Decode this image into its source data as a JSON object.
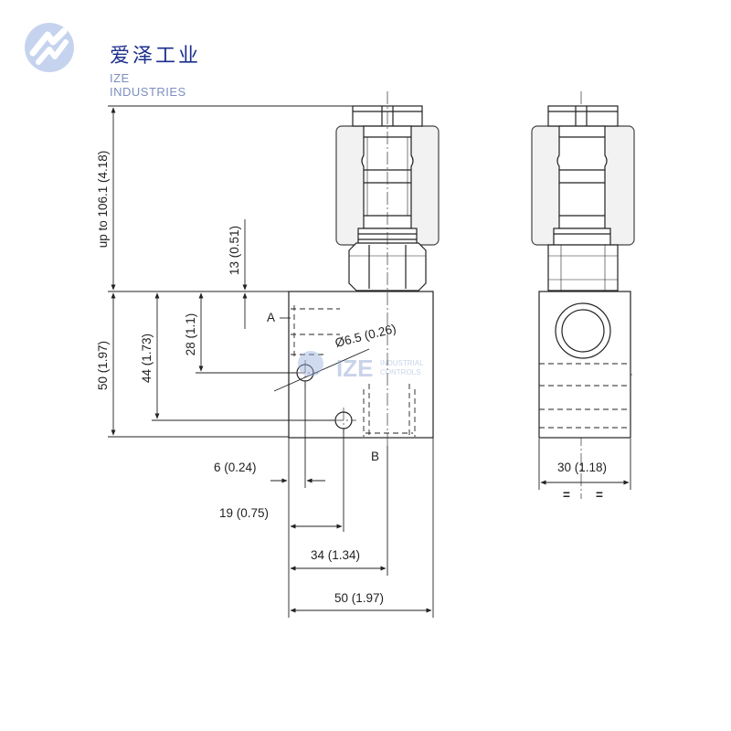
{
  "brand": {
    "name_cn": "爱泽工业",
    "name_en": "IZE INDUSTRIES",
    "watermark_main": "IZE",
    "watermark_line1": "INDUSTRIAL",
    "watermark_line2": "CONTROLS",
    "color_primary": "#1c2f8c",
    "color_secondary": "#7c8fbf"
  },
  "dimensions": {
    "total_height": "up to 106.1 (4.18)",
    "dim_13": "13 (0.51)",
    "dim_28": "28 (1.1)",
    "dim_44": "44 (1.73)",
    "dim_50_height": "50 (1.97)",
    "hole_diameter": "Ø6.5 (0.26)",
    "dim_6": "6 (0.24)",
    "dim_19": "19 (0.75)",
    "dim_34": "34 (1.34)",
    "dim_50_width": "50 (1.97)",
    "dim_30": "30 (1.18)"
  },
  "ports": {
    "port_a": "A",
    "port_b": "B"
  },
  "symbols": {
    "equal_left": "=",
    "equal_right": "="
  }
}
